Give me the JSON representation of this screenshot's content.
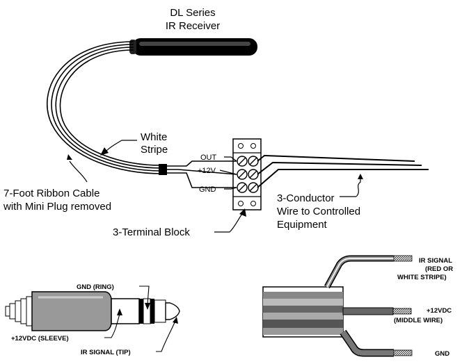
{
  "header": {
    "title": "DL Series",
    "subtitle": "IR Receiver"
  },
  "labels": {
    "white_stripe_line1": "White",
    "white_stripe_line2": "Stripe",
    "ribbon_line1": "7-Foot Ribbon Cable",
    "ribbon_line2": "with Mini Plug removed",
    "terminal_out": "OUT",
    "terminal_12v": "+12V",
    "terminal_gnd": "GND",
    "conductor_line1": "3-Conductor",
    "conductor_line2": "Wire to Controlled",
    "conductor_line3": "Equipment",
    "terminal_block": "3-Terminal Block"
  },
  "plug": {
    "gnd_ring": "GND (RING)",
    "sleeve": "+12VDC (SLEEVE)",
    "tip": "IR SIGNAL (TIP)"
  },
  "wires": {
    "ir_signal_line1": "IR SIGNAL",
    "ir_signal_line2": "(RED OR",
    "ir_signal_line3": "WHITE STRIPE)",
    "v12_line1": "+12VDC",
    "v12_line2": "(MIDDLE WIRE)",
    "gnd": "GND"
  }
}
